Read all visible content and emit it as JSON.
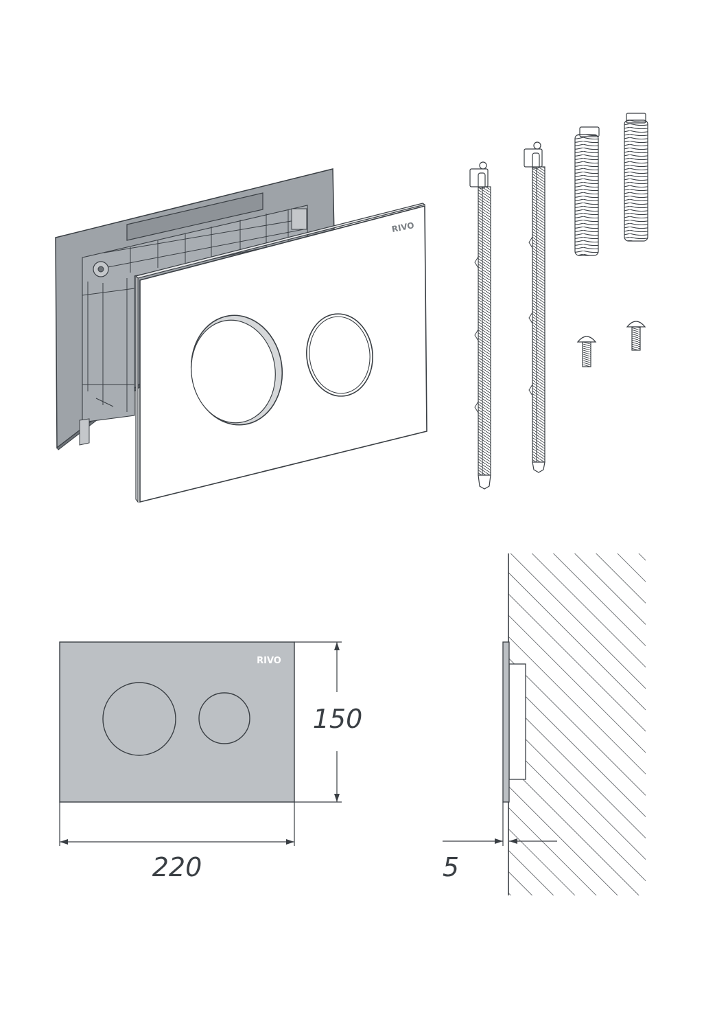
{
  "brand": {
    "logo_text_iso": "RIVO",
    "logo_text_front": "RIVO"
  },
  "dimensions": {
    "width_label": "220",
    "height_label": "150",
    "depth_label": "5"
  },
  "colors": {
    "line": "#3a3f44",
    "panel_grey": "#bcc0c4",
    "frame_grey": "#9ea3a8",
    "frame_dark": "#8e9398",
    "inner_shadow": "#d6d8da",
    "hatch": "#3a3f44"
  }
}
